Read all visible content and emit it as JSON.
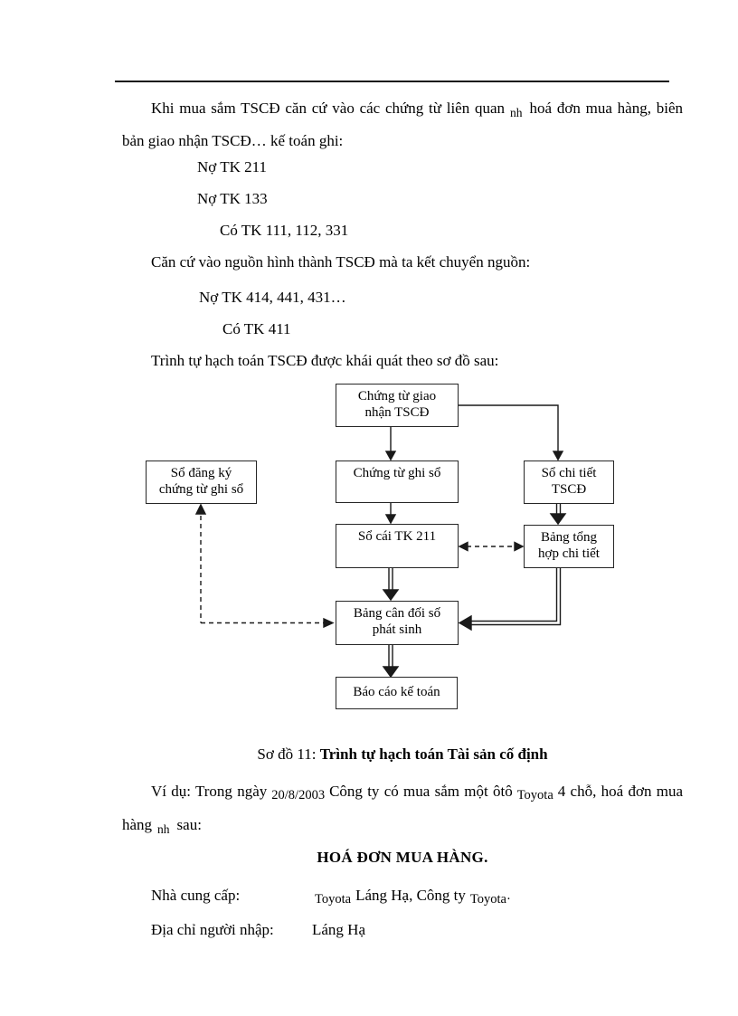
{
  "intro": {
    "p1_a": "Khi mua sắm TSCĐ căn cứ vào các chứng từ liên quan",
    "p1_sub": "nh",
    "p1_b": "hoá đơn mua hàng, biên bản giao nhận TSCĐ… kế toán ghi:",
    "entry1": "Nợ TK 211",
    "entry2": "Nợ TK 133",
    "entry3": "Có TK 111, 112, 331",
    "p2": "Căn cứ vào nguồn hình thành TSCĐ mà ta kết chuyển nguồn:",
    "entry4": "Nợ TK 414, 441, 431…",
    "entry5": "Có TK 411",
    "p3": "Trình tự hạch toán TSCĐ được khái quát theo sơ đồ sau:"
  },
  "diagram": {
    "boxes": {
      "giao_nhan": {
        "line1": "Chứng từ giao",
        "line2": "nhận TSCĐ"
      },
      "so_dang_ky": {
        "line1": "Sổ đăng ký",
        "line2": "chứng từ ghi sổ"
      },
      "ghi_so": {
        "line1": "Chứng từ ghi sổ",
        "line2": ""
      },
      "chi_tiet": {
        "line1": "Sổ chi tiết",
        "line2": "TSCĐ"
      },
      "so_cai": {
        "line1": "Sổ cái TK 211",
        "line2": ""
      },
      "tong_hop": {
        "line1": "Bảng tổng",
        "line2": "hợp chi tiết"
      },
      "can_doi": {
        "line1": "Bảng cân đối số",
        "line2": "phát sinh"
      },
      "bao_cao": {
        "line1": "Báo cáo kế toán",
        "line2": ""
      }
    }
  },
  "caption": {
    "prefix": "Sơ đồ 11: ",
    "title": "Trình tự hạch toán Tài sản cố định"
  },
  "example": {
    "a": "Ví dụ: Trong ngày",
    "date": "20/8/2003",
    "b": "Công ty có mua sắm một ôtô",
    "brand": "Toyota",
    "c": "4 chỗ, hoá đơn mua hàng",
    "sub": "nh",
    "e": "sau:"
  },
  "invoice": {
    "title": "HOÁ ĐƠN MUA HÀNG.",
    "rows": [
      {
        "label": "Nhà cung cấp:",
        "value_alt1": "Toyota",
        "value_main": "Láng Hạ, Công ty",
        "value_alt2": "Toyota·"
      },
      {
        "label": "Địa chỉ người nhập:",
        "value_main": "Láng Hạ"
      }
    ]
  }
}
